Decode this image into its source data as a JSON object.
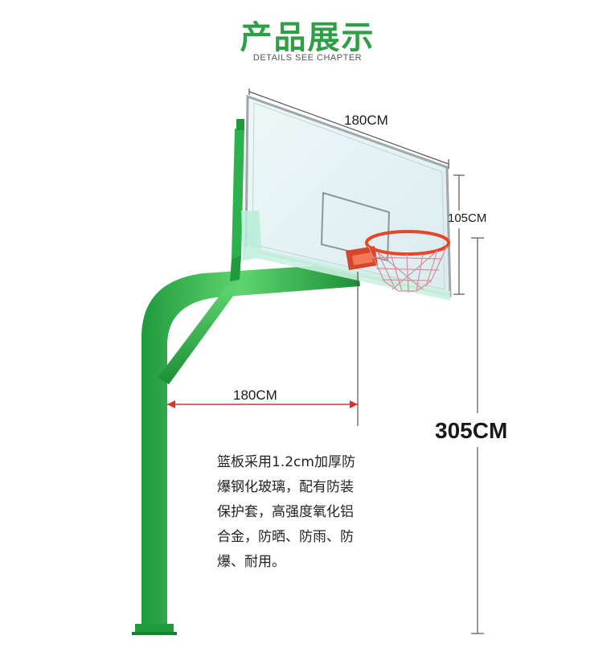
{
  "header": {
    "title": "产品展示",
    "subtitle": "DETAILS SEE CHAPTER"
  },
  "dimensions": {
    "backboard_width": "180CM",
    "backboard_height": "105CM",
    "arm_reach": "180CM",
    "rim_height": "305CM"
  },
  "description": {
    "lines": [
      "篮板采用1.2cm加厚防",
      "爆钢化玻璃，配有防装",
      "保护套，高强度氧化铝",
      "合金，防晒、防雨、防",
      "爆、耐用。"
    ]
  },
  "colors": {
    "title_green": "#2e9f45",
    "pole_green": "#2bb24c",
    "rim_red": "#e8452a",
    "dimension_red": "#d8322a"
  }
}
